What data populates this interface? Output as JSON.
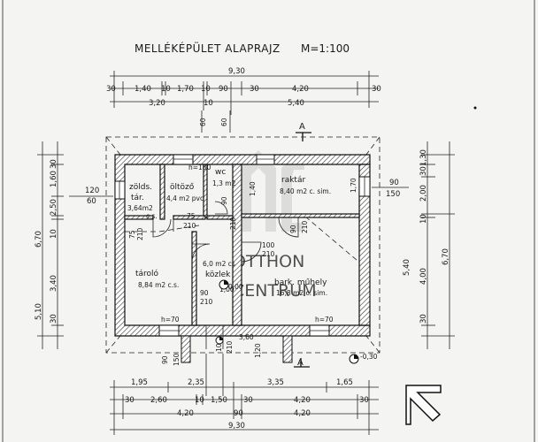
{
  "title": "MELLÉKÉPÜLET ALAPRAJZ",
  "scale": "M=1:100",
  "watermark": {
    "line1": "OTTHON",
    "line2": "CENTRUM",
    "color": "#c9c9c9"
  },
  "section_mark": "A",
  "rooms": [
    {
      "name": "zölds.",
      "name2": "tár.",
      "area": "3,64m2",
      "floor": "c.s."
    },
    {
      "name": "öltöző",
      "area": "4,4 m2 pvc"
    },
    {
      "name": "wc",
      "area": "1,3 m2"
    },
    {
      "name": "raktár",
      "area": "8,40 m2 c. sim."
    },
    {
      "name": "tároló",
      "area": "8,84 m2 c.s."
    },
    {
      "name": "közlek",
      "area": "6,0 m2 cs"
    },
    {
      "name": "bark. műhely",
      "area": "16,8 m2 c. sim."
    }
  ],
  "dims_top": {
    "total": "9,30",
    "row2": [
      "30",
      "1,40",
      "10",
      "1,70",
      "10",
      "90",
      "30",
      "4,20",
      "30"
    ],
    "row3": [
      "3,20",
      "10",
      "5,40"
    ],
    "small": [
      "60",
      "60"
    ]
  },
  "dims_bottom": {
    "row1": [
      "1,95",
      "2,35",
      "3,35",
      "1,65"
    ],
    "row2": [
      "30",
      "2,60",
      "10",
      "1,50",
      "30",
      "4,20",
      "30"
    ],
    "row3": [
      "4,20",
      "90",
      "4,20"
    ],
    "total": "9,30"
  },
  "dims_left": {
    "outer": [
      "6,70",
      "5,10"
    ],
    "inner": [
      "30",
      "1,60",
      "2,50",
      "10",
      "3,40",
      "30"
    ],
    "side": [
      "120",
      "60"
    ]
  },
  "dims_right": {
    "outer": [
      "5,40",
      "6,70"
    ],
    "inner": [
      "1,30",
      "30",
      "2,00",
      "10",
      "4,00",
      "30"
    ],
    "side": [
      "90",
      "150"
    ]
  },
  "openings": [
    "h=180",
    "75",
    "210",
    "75",
    "210",
    "90",
    "210",
    "90",
    "210",
    "1,40",
    "1,70",
    "100",
    "210",
    "90",
    "210",
    "h=70",
    "h=70",
    "1,00",
    "3,60",
    "100",
    "210",
    "90",
    "150",
    "1,20"
  ],
  "level": "-0,30",
  "elevation": "0,00"
}
